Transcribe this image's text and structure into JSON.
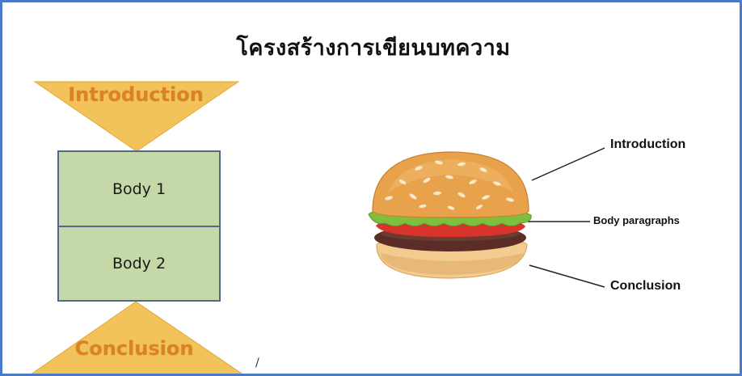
{
  "title": "โครงสร้างการเขียนบทความ",
  "diagram": {
    "introduction_label": "Introduction",
    "body1_label": "Body 1",
    "body2_label": "Body 2",
    "conclusion_label": "Conclusion"
  },
  "burger": {
    "callout_introduction": "Introduction",
    "callout_body": "Body paragraphs",
    "callout_conclusion": "Conclusion"
  },
  "stray_mark": "/",
  "colors": {
    "triangle_fill": "#f2c35a",
    "triangle_text": "#d98324",
    "body_fill": "#c5d9a8",
    "body_border": "#53698c",
    "frame_border": "#4a7bc8"
  }
}
